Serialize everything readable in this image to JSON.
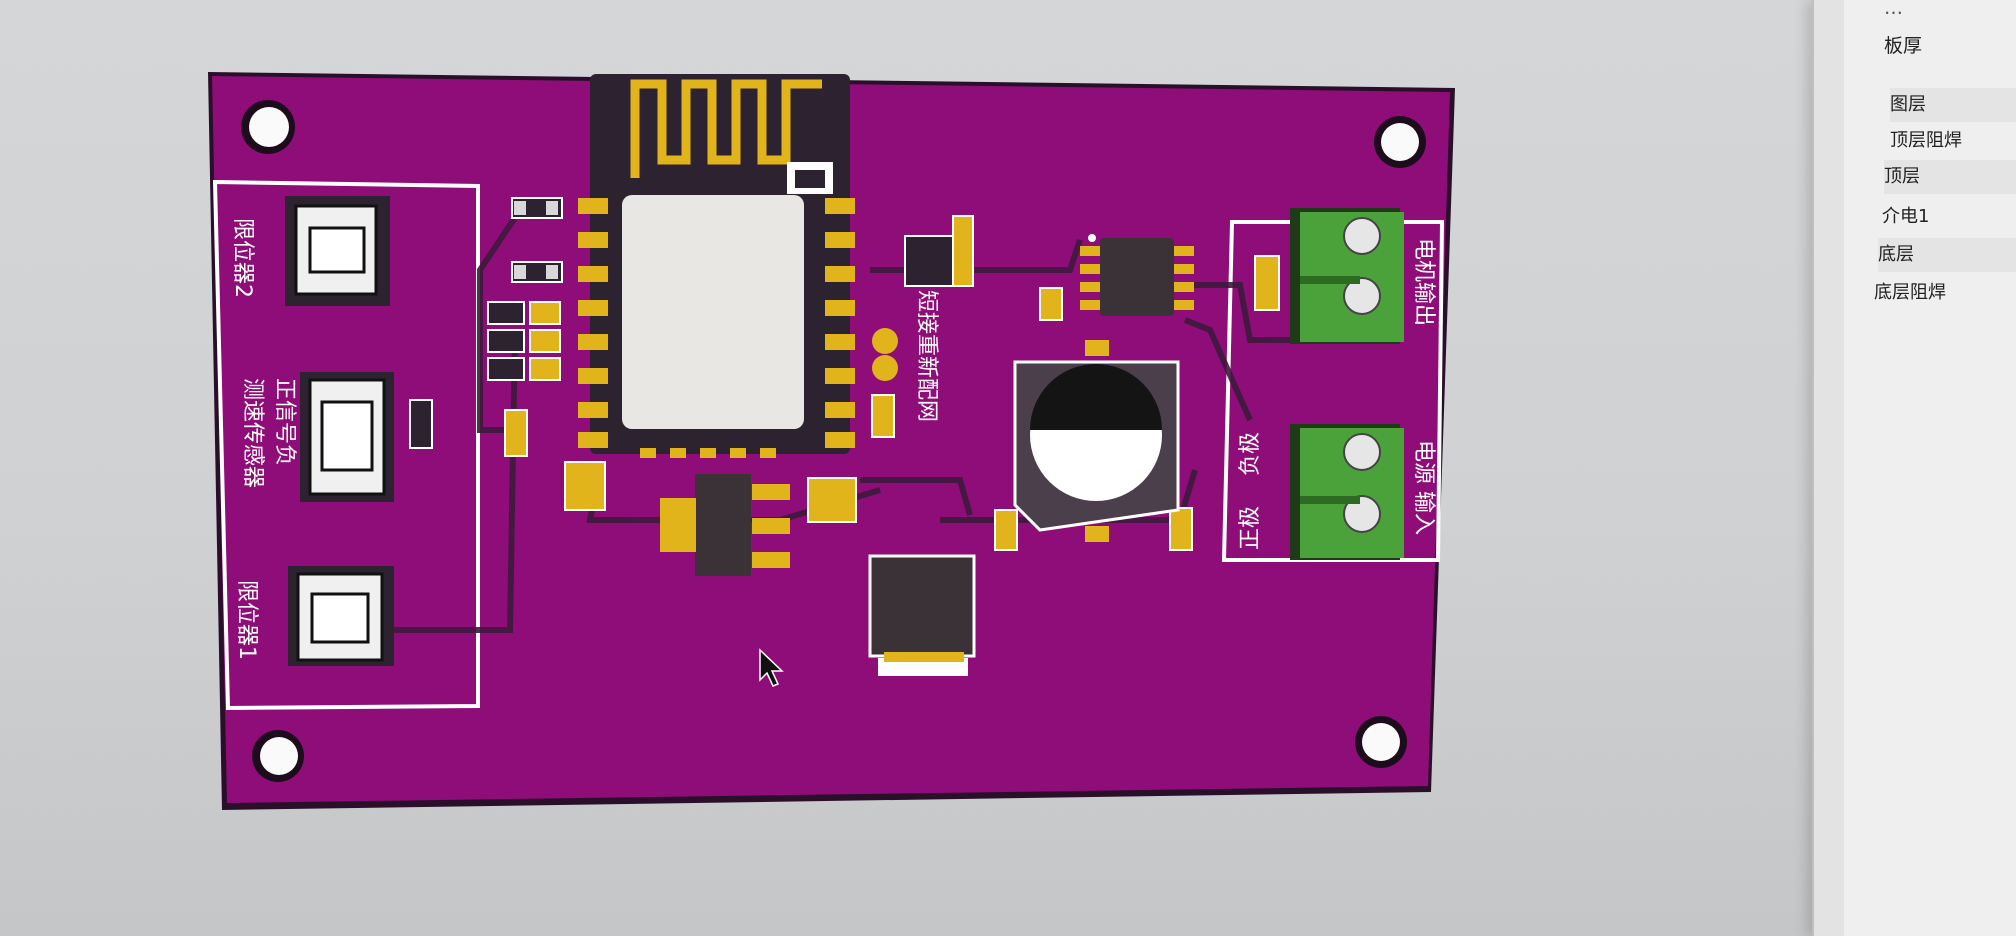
{
  "panel": {
    "top_partial": "…",
    "header": "板厚",
    "layers": [
      "图层",
      "顶层阻焊",
      "顶层",
      "介电1",
      "底层",
      "底层阻焊"
    ]
  },
  "board": {
    "labels": {
      "limit2": "限位器2",
      "speed_sensor": "测速传感器",
      "polarity": "正信号负",
      "limit1": "限位器1",
      "rewire": "短接重新配网",
      "motor_out": "电机输出",
      "pos": "正极",
      "neg": "负极",
      "power_in": "电源 输入"
    },
    "colors": {
      "board": "#8f0d78",
      "silk": "#ffffff",
      "pad": "#e2b41c",
      "mask_dark": "#2c2230"
    }
  }
}
